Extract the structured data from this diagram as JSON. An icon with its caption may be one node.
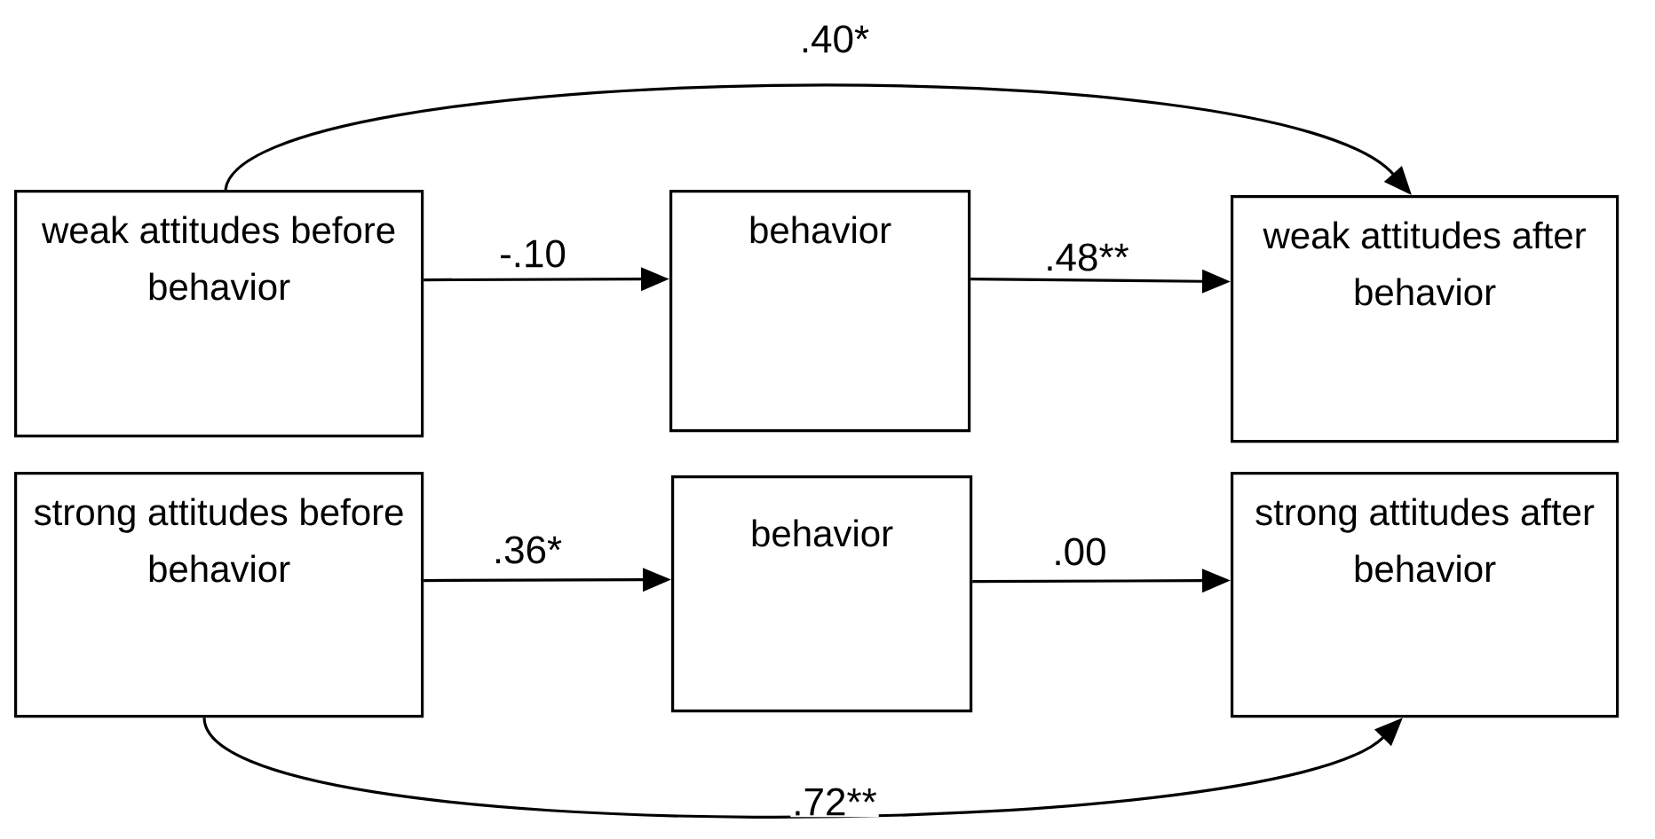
{
  "diagram": {
    "nodes": [
      {
        "text": [
          "weak attitudes before behavior"
        ]
      },
      {
        "text": [
          "behavior"
        ]
      },
      {
        "text": [
          "weak attitudes after behavior"
        ]
      },
      {
        "text": [
          "strong attitudes before behavior"
        ]
      },
      {
        "text": [
          "behavior"
        ]
      },
      {
        "text": [
          "strong attitudes after behavior"
        ]
      }
    ],
    "edges": [
      {
        "from": 0,
        "to": 1,
        "arrow": "to",
        "label": "-.10"
      },
      {
        "from": 1,
        "to": 2,
        "arrow": "to",
        "label": ".48**"
      },
      {
        "from": 0,
        "to": 2,
        "arrow": "to",
        "label": ".40*"
      },
      {
        "from": 3,
        "to": 4,
        "arrow": "to",
        "label": ".36*"
      },
      {
        "from": 4,
        "to": 5,
        "arrow": "to",
        "label": ".00"
      },
      {
        "from": 3,
        "to": 5,
        "arrow": "to",
        "label": ".72**"
      }
    ]
  }
}
